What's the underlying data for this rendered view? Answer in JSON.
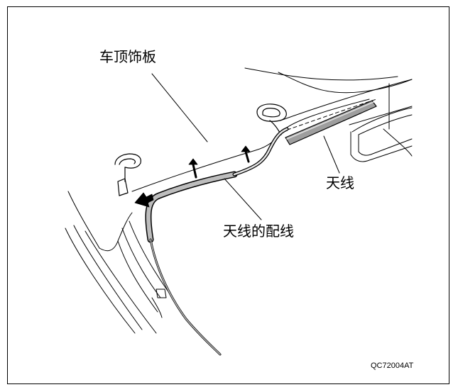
{
  "labels": {
    "headliner": "车顶饰板",
    "antenna": "天线",
    "antenna_cable": "天线的配线"
  },
  "figure_code": "QC72004AT"
}
